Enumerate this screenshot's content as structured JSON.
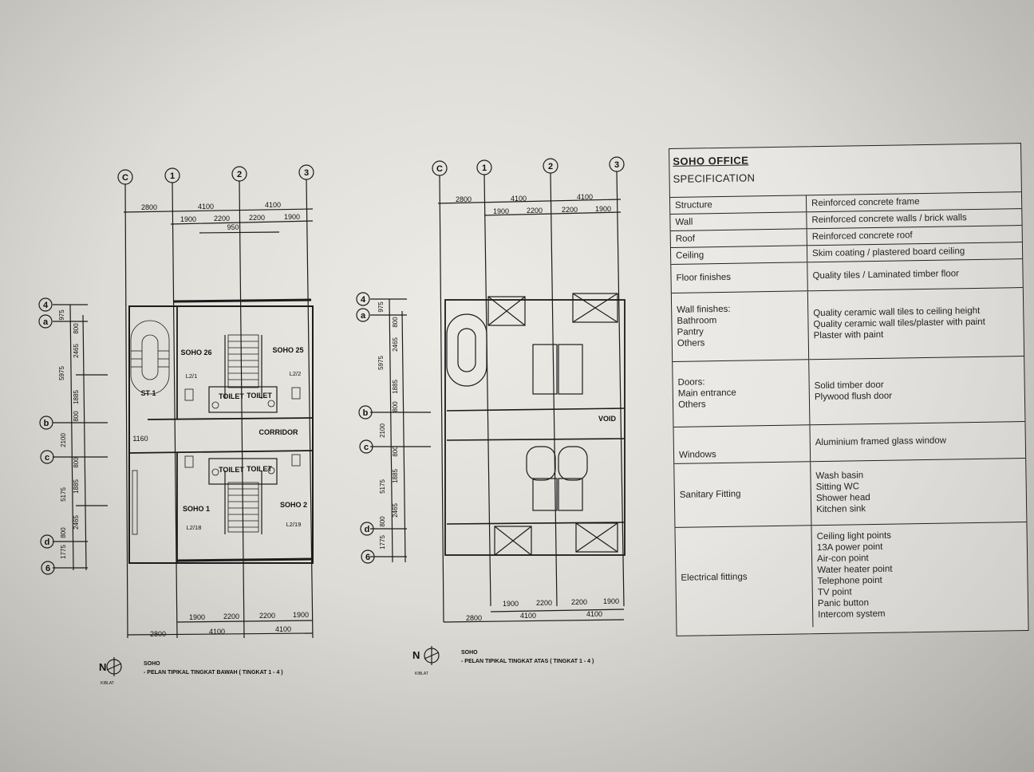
{
  "plan_left": {
    "grid_top": [
      "C",
      "1",
      "2",
      "3"
    ],
    "grid_side": [
      "4",
      "a",
      "b",
      "c",
      "d",
      "6"
    ],
    "dims_top_major": [
      "2800",
      "4100",
      "4100"
    ],
    "dims_top_minor": [
      "1900",
      "2200",
      "2200",
      "1900"
    ],
    "dim_950": "950",
    "dims_side": [
      "975",
      "800",
      "2465",
      "1885",
      "800",
      "2100",
      "800",
      "1885",
      "2465",
      "800",
      "1775"
    ],
    "dims_side_major": [
      "5975",
      "5175"
    ],
    "rooms": [
      "SOHO 26",
      "SOHO 25",
      "SOHO 1",
      "SOHO 2",
      "ST 1",
      "TOILET",
      "TOILET",
      "TOILET",
      "TOILET",
      "CORRIDOR"
    ],
    "room_codes": [
      "L2/1",
      "L2/2",
      "L2/18",
      "L2/19"
    ],
    "dim_1160": "1160",
    "north": "N",
    "kiblat": "KIBLAT",
    "caption_1": "SOHO",
    "caption_2": "- PELAN TIPIKAL TINGKAT BAWAH ( TINGKAT 1 - 4 )"
  },
  "plan_right": {
    "grid_top": [
      "C",
      "1",
      "2",
      "3"
    ],
    "grid_side": [
      "4",
      "a",
      "b",
      "c",
      "d",
      "6"
    ],
    "void": "VOID",
    "north": "N",
    "kiblat": "KIBLAT",
    "caption_1": "SOHO",
    "caption_2": "- PELAN TIPIKAL TINGKAT ATAS ( TINGKAT 1 - 4 )"
  },
  "spec": {
    "title": "SOHO OFFICE",
    "subtitle": "SPECIFICATION",
    "rows": [
      {
        "key": "Structure",
        "vals": [
          "Reinforced concrete frame"
        ]
      },
      {
        "key": "Wall",
        "vals": [
          "Reinforced concrete walls / brick walls"
        ]
      },
      {
        "key": "Roof",
        "vals": [
          "Reinforced concrete roof"
        ]
      },
      {
        "key": "Ceiling",
        "vals": [
          "Skim coating / plastered board ceiling"
        ]
      },
      {
        "key": "Floor finishes",
        "vals": [
          "Quality tiles / Laminated timber floor"
        ]
      },
      {
        "key": "Wall finishes:",
        "keys": [
          "Bathroom",
          "Pantry",
          "Others"
        ],
        "vals": [
          "Quality ceramic wall tiles to ceiling height",
          "Quality ceramic wall tiles/plaster with paint",
          "Plaster with paint"
        ]
      },
      {
        "key": "Doors:",
        "keys": [
          "Main entrance",
          "Others"
        ],
        "vals": [
          "Solid timber door",
          "Plywood flush door"
        ]
      },
      {
        "key": "Windows",
        "vals": [
          "Aluminium framed glass window"
        ]
      },
      {
        "key": "Sanitary Fitting",
        "vals": [
          "Wash basin",
          "Sitting WC",
          "Shower head",
          "Kitchen sink"
        ]
      },
      {
        "key": "Electrical fittings",
        "vals": [
          "Ceiling light points",
          "13A power point",
          "Air-con point",
          "Water heater point",
          "Telephone point",
          "TV point",
          "Panic button",
          "Intercom system"
        ]
      }
    ]
  }
}
